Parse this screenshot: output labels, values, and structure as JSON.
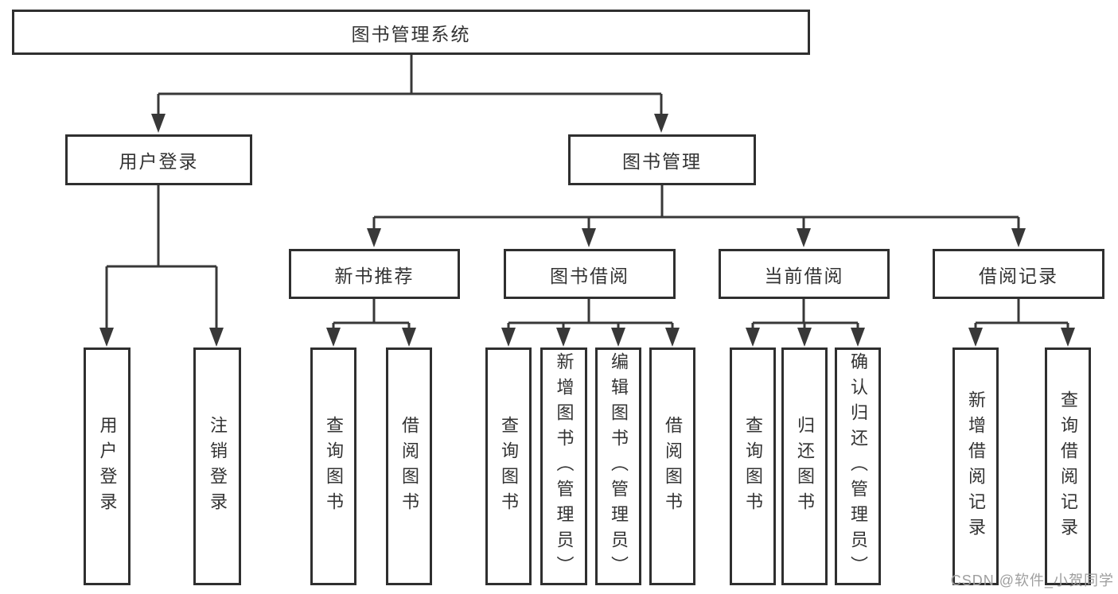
{
  "tree": {
    "label": "图书管理系统",
    "children": [
      {
        "label": "用户登录",
        "children": [
          {
            "label": "用户登录"
          },
          {
            "label": "注销登录"
          }
        ]
      },
      {
        "label": "图书管理",
        "children": [
          {
            "label": "新书推荐",
            "children": [
              {
                "label": "查询图书"
              },
              {
                "label": "借阅图书"
              }
            ]
          },
          {
            "label": "图书借阅",
            "children": [
              {
                "label": "查询图书"
              },
              {
                "label": "新增图书（管理员）"
              },
              {
                "label": "编辑图书（管理员）"
              },
              {
                "label": "借阅图书"
              }
            ]
          },
          {
            "label": "当前借阅",
            "children": [
              {
                "label": "查询图书"
              },
              {
                "label": "归还图书"
              },
              {
                "label": "确认归还（管理员）"
              }
            ]
          },
          {
            "label": "借阅记录",
            "children": [
              {
                "label": "新增借阅记录"
              },
              {
                "label": "查询借阅记录"
              }
            ]
          }
        ]
      }
    ]
  },
  "watermark": "CSDN @软件_小贺同学",
  "colors": {
    "line": "#383838",
    "box_border": "#2f2f2f",
    "text": "#333333",
    "background": "#ffffff",
    "watermark": "#9e9e9e"
  }
}
